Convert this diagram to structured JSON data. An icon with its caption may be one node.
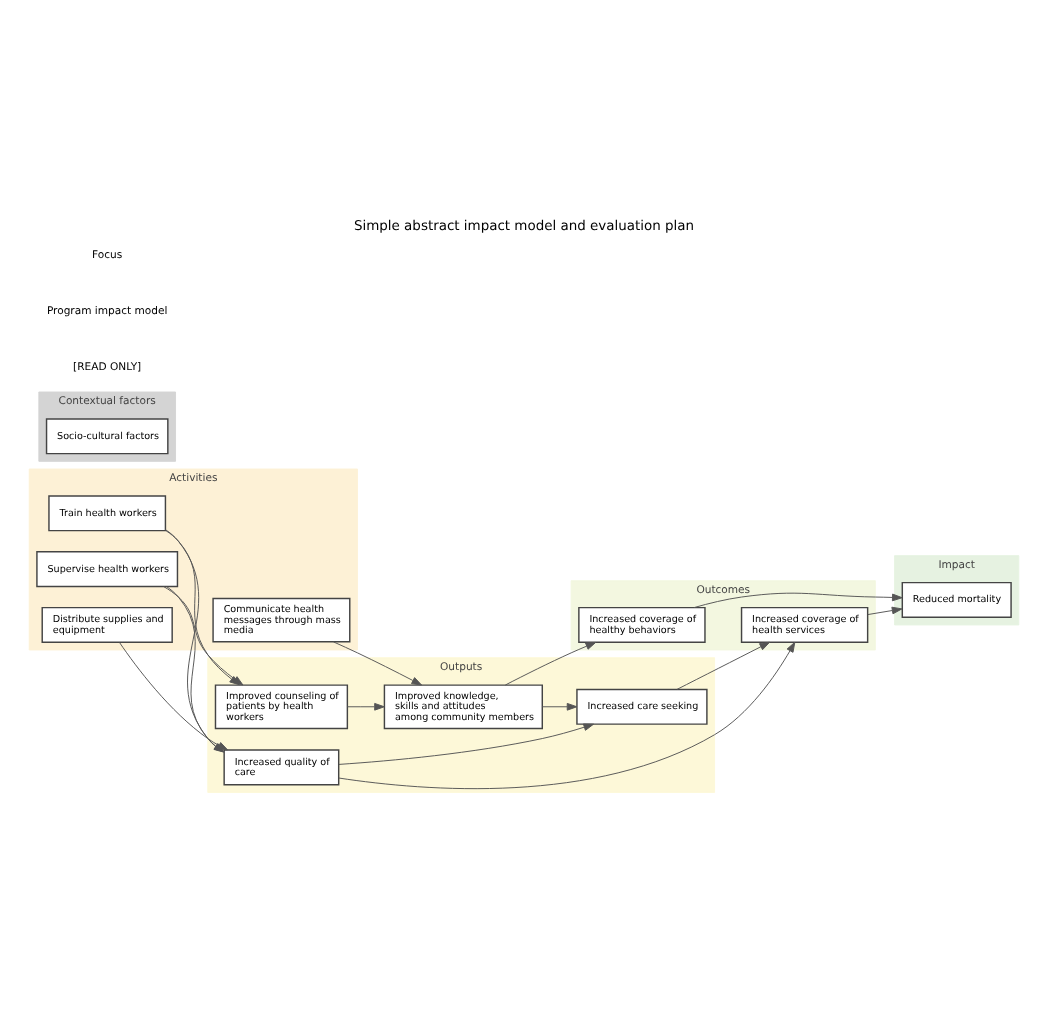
{
  "diagram": {
    "title": "Simple abstract impact model and evaluation plan",
    "nodes": [
      {
        "text": [
          "Activities"
        ]
      },
      {
        "text": [
          "Train health workers"
        ],
        "in": 0
      },
      {
        "text": [
          "Communicate health messages through mass media"
        ],
        "in": 0
      },
      {
        "text": [
          "Supervise health workers"
        ],
        "in": 0
      },
      {
        "text": [
          "Distribute supplies and equipment"
        ],
        "in": 0
      },
      {
        "text": [
          "Outputs"
        ]
      },
      {
        "text": [
          "Improved counseling of patients by health workers"
        ],
        "in": 5
      },
      {
        "text": [
          "Improved knowledge, skills and attitudes among community members"
        ],
        "in": 5
      },
      {
        "text": [
          "Increased care seeking"
        ],
        "in": 5
      },
      {
        "text": [
          "Increased quality of care"
        ],
        "in": 5
      },
      {
        "text": [
          "Outcomes"
        ]
      },
      {
        "text": [
          "Increased coverage of healthy behaviors"
        ],
        "in": 10
      },
      {
        "text": [
          "Increased coverage of health services"
        ],
        "in": 10
      },
      {
        "text": [
          "Impact"
        ]
      },
      {
        "text": [
          "Reduced mortality"
        ],
        "in": 13
      },
      {
        "text": [
          "Contextual factors"
        ]
      },
      {
        "text": [
          "Socio-cultural factors"
        ],
        "in": 15
      }
    ],
    "edges": [
      {
        "from": 1,
        "to": 6,
        "arrow": "to"
      },
      {
        "from": 1,
        "to": 9,
        "arrow": "to"
      },
      {
        "from": 2,
        "to": 7,
        "arrow": "to"
      },
      {
        "from": 3,
        "to": 6,
        "arrow": "to"
      },
      {
        "from": 3,
        "to": 9,
        "arrow": "to"
      },
      {
        "from": 4,
        "to": 9,
        "arrow": "to"
      },
      {
        "from": 6,
        "to": 7,
        "arrow": "to"
      },
      {
        "from": 7,
        "to": 8,
        "arrow": "to"
      },
      {
        "from": 9,
        "to": 8,
        "arrow": "to"
      },
      {
        "from": 7,
        "to": 11,
        "arrow": "to"
      },
      {
        "from": 8,
        "to": 12,
        "arrow": "to"
      },
      {
        "from": 9,
        "to": 12,
        "arrow": "to"
      },
      {
        "from": 11,
        "to": 14,
        "arrow": "to"
      },
      {
        "from": 12,
        "to": 14,
        "arrow": "to"
      }
    ],
    "labels": [
      "[READ ONLY]",
      "Program impact model",
      "Focus"
    ]
  }
}
